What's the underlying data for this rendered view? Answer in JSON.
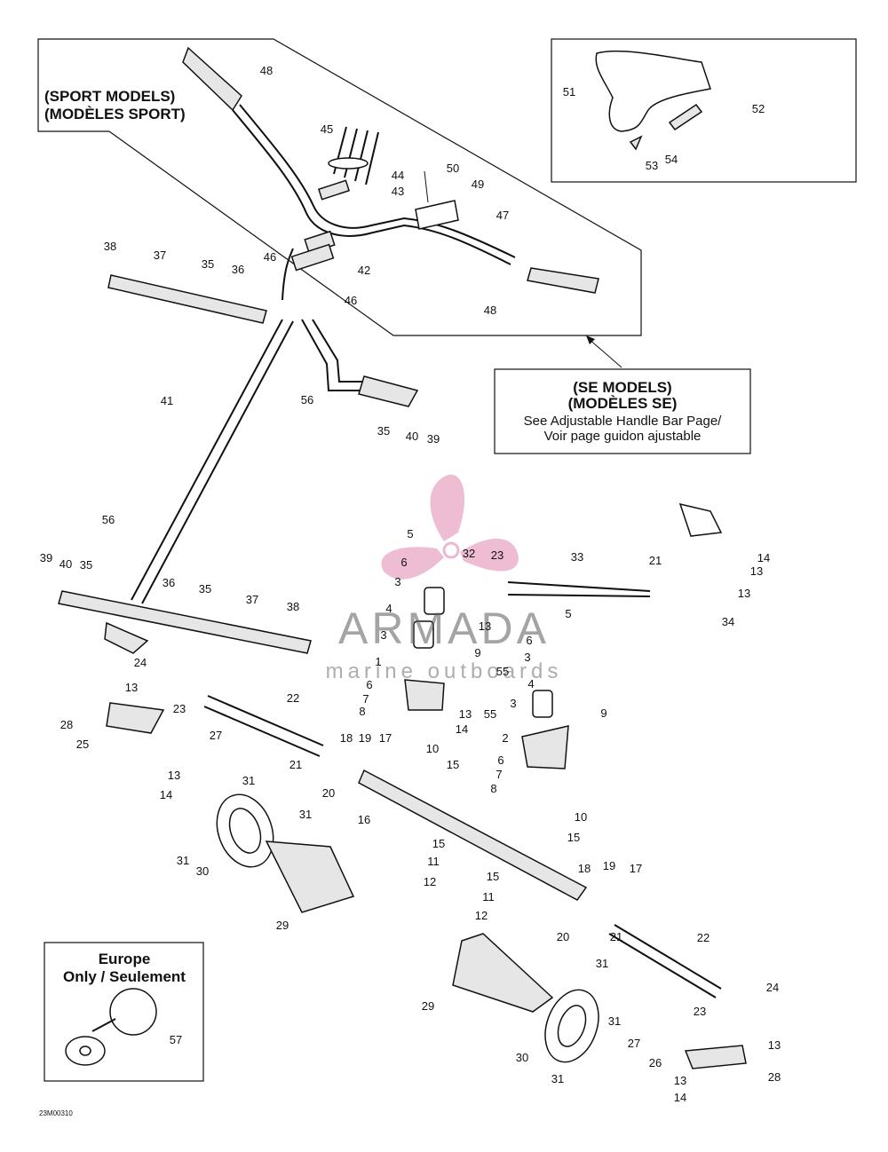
{
  "diagram": {
    "sport_models_box": {
      "line1": "(SPORT MODELS)",
      "line2": "(MODÈLES SPORT)"
    },
    "se_models_box": {
      "line1": "(SE MODELS)",
      "line2": "(MODÈLES SE)",
      "line3": "See Adjustable Handle Bar Page/",
      "line4": "Voir page guidon ajustable"
    },
    "europe_box": {
      "line1": "Europe",
      "line2": "Only / Seulement"
    },
    "reference_code": "23M00310",
    "watermark": {
      "title": "ARMADA",
      "subtitle": "marine outboards",
      "accent_color": "#e8a7c4"
    },
    "callouts": [
      {
        "n": "48"
      },
      {
        "n": "45"
      },
      {
        "n": "44"
      },
      {
        "n": "43"
      },
      {
        "n": "50"
      },
      {
        "n": "49"
      },
      {
        "n": "47"
      },
      {
        "n": "42"
      },
      {
        "n": "46"
      },
      {
        "n": "46"
      },
      {
        "n": "48"
      },
      {
        "n": "38"
      },
      {
        "n": "37"
      },
      {
        "n": "35"
      },
      {
        "n": "36"
      },
      {
        "n": "41"
      },
      {
        "n": "56"
      },
      {
        "n": "35"
      },
      {
        "n": "40"
      },
      {
        "n": "39"
      },
      {
        "n": "51"
      },
      {
        "n": "52"
      },
      {
        "n": "53"
      },
      {
        "n": "54"
      },
      {
        "n": "56"
      },
      {
        "n": "39"
      },
      {
        "n": "40"
      },
      {
        "n": "35"
      },
      {
        "n": "36"
      },
      {
        "n": "35"
      },
      {
        "n": "37"
      },
      {
        "n": "38"
      },
      {
        "n": "5"
      },
      {
        "n": "6"
      },
      {
        "n": "32"
      },
      {
        "n": "23"
      },
      {
        "n": "33"
      },
      {
        "n": "21"
      },
      {
        "n": "14"
      },
      {
        "n": "13"
      },
      {
        "n": "13"
      },
      {
        "n": "34"
      },
      {
        "n": "3"
      },
      {
        "n": "4"
      },
      {
        "n": "13"
      },
      {
        "n": "3"
      },
      {
        "n": "9"
      },
      {
        "n": "5"
      },
      {
        "n": "6"
      },
      {
        "n": "3"
      },
      {
        "n": "1"
      },
      {
        "n": "4"
      },
      {
        "n": "55"
      },
      {
        "n": "6"
      },
      {
        "n": "7"
      },
      {
        "n": "8"
      },
      {
        "n": "13"
      },
      {
        "n": "14"
      },
      {
        "n": "55"
      },
      {
        "n": "3"
      },
      {
        "n": "9"
      },
      {
        "n": "24"
      },
      {
        "n": "13"
      },
      {
        "n": "23"
      },
      {
        "n": "22"
      },
      {
        "n": "28"
      },
      {
        "n": "25"
      },
      {
        "n": "27"
      },
      {
        "n": "17"
      },
      {
        "n": "10"
      },
      {
        "n": "15"
      },
      {
        "n": "2"
      },
      {
        "n": "18"
      },
      {
        "n": "19"
      },
      {
        "n": "21"
      },
      {
        "n": "20"
      },
      {
        "n": "13"
      },
      {
        "n": "14"
      },
      {
        "n": "6"
      },
      {
        "n": "7"
      },
      {
        "n": "8"
      },
      {
        "n": "10"
      },
      {
        "n": "15"
      },
      {
        "n": "31"
      },
      {
        "n": "31"
      },
      {
        "n": "16"
      },
      {
        "n": "15"
      },
      {
        "n": "31"
      },
      {
        "n": "30"
      },
      {
        "n": "11"
      },
      {
        "n": "12"
      },
      {
        "n": "29"
      },
      {
        "n": "18"
      },
      {
        "n": "19"
      },
      {
        "n": "17"
      },
      {
        "n": "15"
      },
      {
        "n": "11"
      },
      {
        "n": "12"
      },
      {
        "n": "20"
      },
      {
        "n": "21"
      },
      {
        "n": "22"
      },
      {
        "n": "31"
      },
      {
        "n": "24"
      },
      {
        "n": "29"
      },
      {
        "n": "23"
      },
      {
        "n": "31"
      },
      {
        "n": "13"
      },
      {
        "n": "27"
      },
      {
        "n": "30"
      },
      {
        "n": "26"
      },
      {
        "n": "28"
      },
      {
        "n": "13"
      },
      {
        "n": "14"
      },
      {
        "n": "31"
      },
      {
        "n": "57"
      }
    ]
  }
}
